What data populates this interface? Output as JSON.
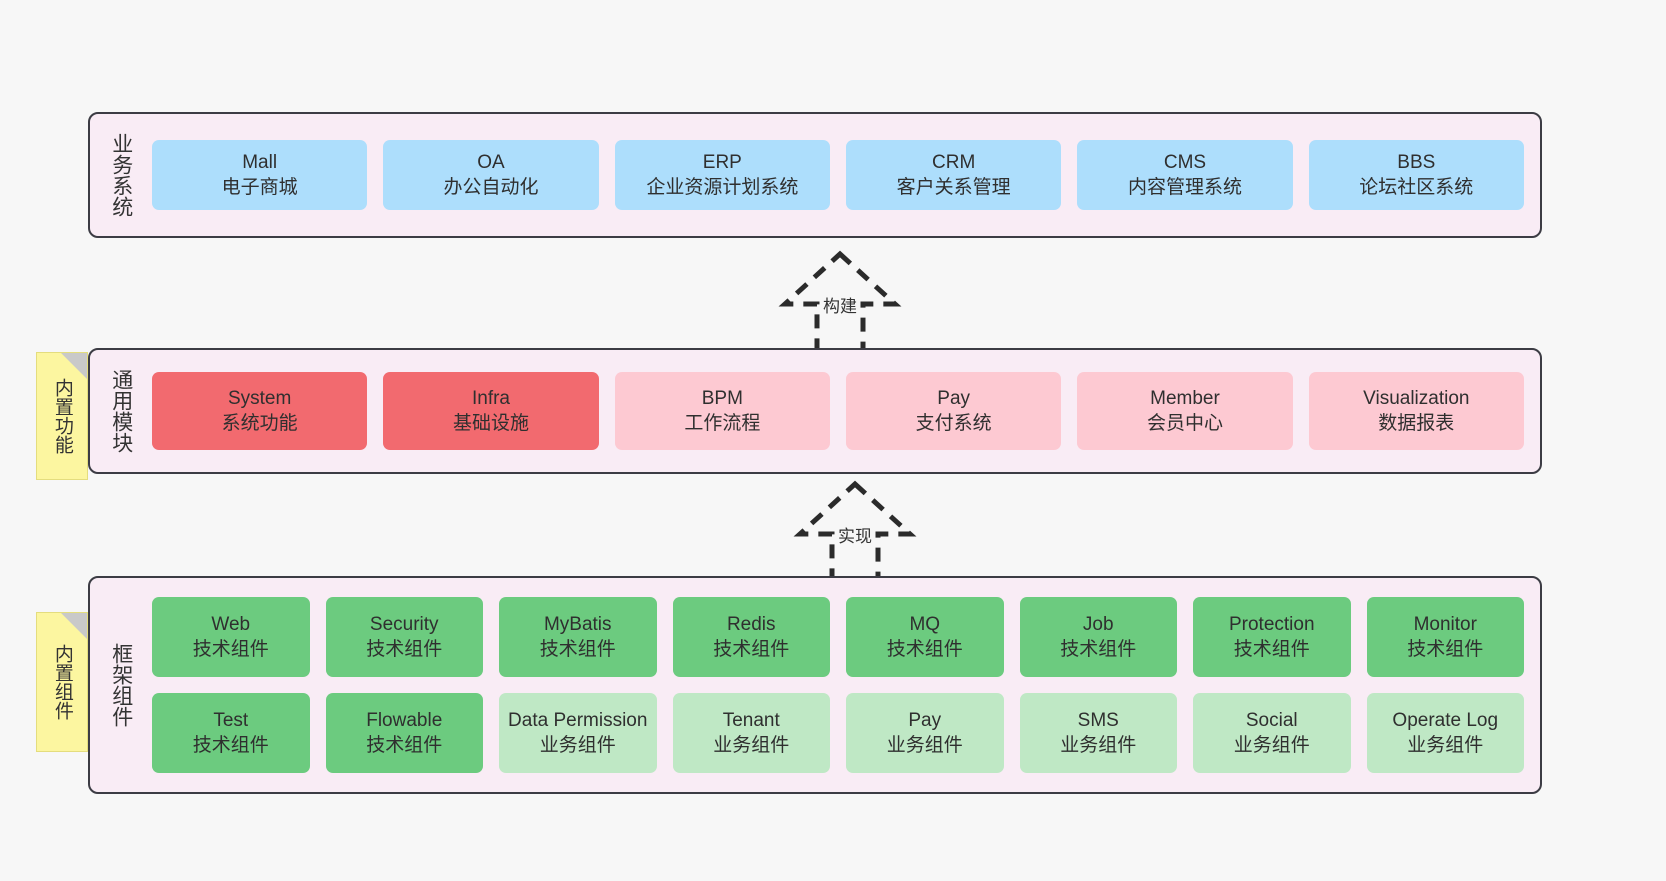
{
  "diagram": {
    "title": "",
    "background_color": "#f7f7f7",
    "panel_fill": "#f9ecf5",
    "panel_border": "#3c3c44",
    "sticky_color": "#fcf6a0"
  },
  "layers": {
    "business": {
      "title": "业务系统",
      "nodes": [
        {
          "en": "Mall",
          "cn": "电子商城",
          "color": "#addefc"
        },
        {
          "en": "OA",
          "cn": "办公自动化",
          "color": "#addefc"
        },
        {
          "en": "ERP",
          "cn": "企业资源计划系统",
          "color": "#addefc"
        },
        {
          "en": "CRM",
          "cn": "客户关系管理",
          "color": "#addefc"
        },
        {
          "en": "CMS",
          "cn": "内容管理系统",
          "color": "#addefc"
        },
        {
          "en": "BBS",
          "cn": "论坛社区系统",
          "color": "#addefc"
        }
      ]
    },
    "common": {
      "title": "通用模块",
      "sticky": "内置功能",
      "nodes": [
        {
          "en": "System",
          "cn": "系统功能",
          "color": "#f26a6f"
        },
        {
          "en": "Infra",
          "cn": "基础设施",
          "color": "#f26a6f"
        },
        {
          "en": "BPM",
          "cn": "工作流程",
          "color": "#fdc9d2"
        },
        {
          "en": "Pay",
          "cn": "支付系统",
          "color": "#fdc9d2"
        },
        {
          "en": "Member",
          "cn": "会员中心",
          "color": "#fdc9d2"
        },
        {
          "en": "Visualization",
          "cn": "数据报表",
          "color": "#fdc9d2"
        }
      ]
    },
    "framework": {
      "title": "框架组件",
      "sticky": "内置组件",
      "row1": [
        {
          "en": "Web",
          "cn": "技术组件",
          "color": "#6ccb7f"
        },
        {
          "en": "Security",
          "cn": "技术组件",
          "color": "#6ccb7f"
        },
        {
          "en": "MyBatis",
          "cn": "技术组件",
          "color": "#6ccb7f"
        },
        {
          "en": "Redis",
          "cn": "技术组件",
          "color": "#6ccb7f"
        },
        {
          "en": "MQ",
          "cn": "技术组件",
          "color": "#6ccb7f"
        },
        {
          "en": "Job",
          "cn": "技术组件",
          "color": "#6ccb7f"
        },
        {
          "en": "Protection",
          "cn": "技术组件",
          "color": "#6ccb7f"
        },
        {
          "en": "Monitor",
          "cn": "技术组件",
          "color": "#6ccb7f"
        }
      ],
      "row2": [
        {
          "en": "Test",
          "cn": "技术组件",
          "color": "#6ccb7f"
        },
        {
          "en": "Flowable",
          "cn": "技术组件",
          "color": "#6ccb7f"
        },
        {
          "en": "Data Permission",
          "cn": "业务组件",
          "color": "#bfe8c5"
        },
        {
          "en": "Tenant",
          "cn": "业务组件",
          "color": "#bfe8c5"
        },
        {
          "en": "Pay",
          "cn": "业务组件",
          "color": "#bfe8c5"
        },
        {
          "en": "SMS",
          "cn": "业务组件",
          "color": "#bfe8c5"
        },
        {
          "en": "Social",
          "cn": "业务组件",
          "color": "#bfe8c5"
        },
        {
          "en": "Operate Log",
          "cn": "业务组件",
          "color": "#bfe8c5"
        }
      ]
    }
  },
  "arrows": [
    {
      "id": "build",
      "label": "构建",
      "style": "dashed-hollow-up"
    },
    {
      "id": "realize",
      "label": "实现",
      "style": "dashed-hollow-up"
    }
  ]
}
